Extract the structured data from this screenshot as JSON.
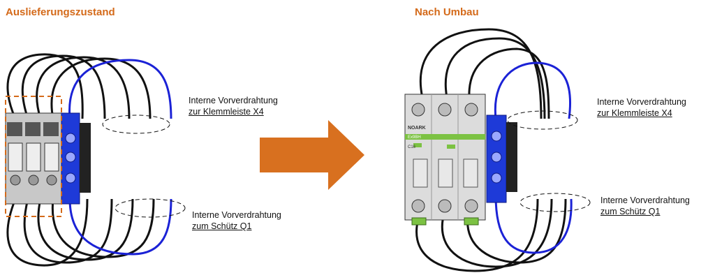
{
  "left": {
    "title": "Auslieferungszustand",
    "label_top": {
      "line1": "Interne Vorverdrahtung",
      "line2": "zur Klemmleiste X4"
    },
    "label_bottom": {
      "line1": "Interne Vorverdrahtung",
      "line2": "zum Schütz Q1"
    }
  },
  "right": {
    "title": "Nach Umbau",
    "label_top": {
      "line1": "Interne Vorverdrahtung",
      "line2": "zur Klemmleiste X4"
    },
    "label_bottom": {
      "line1": "Interne Vorverdrahtung",
      "line2": "zum Schütz Q1"
    },
    "breaker": {
      "brand": "NOARK",
      "series": "Ex9BH",
      "rating": "C16"
    }
  },
  "colors": {
    "title": "#d46a1a",
    "arrow": "#d8701f",
    "wire_black": "#111111",
    "wire_blue": "#1b22d6",
    "terminal_blue": "#1e3ad8",
    "terminal_grey": "#bdbdbd",
    "breaker_green": "#7cc243"
  }
}
